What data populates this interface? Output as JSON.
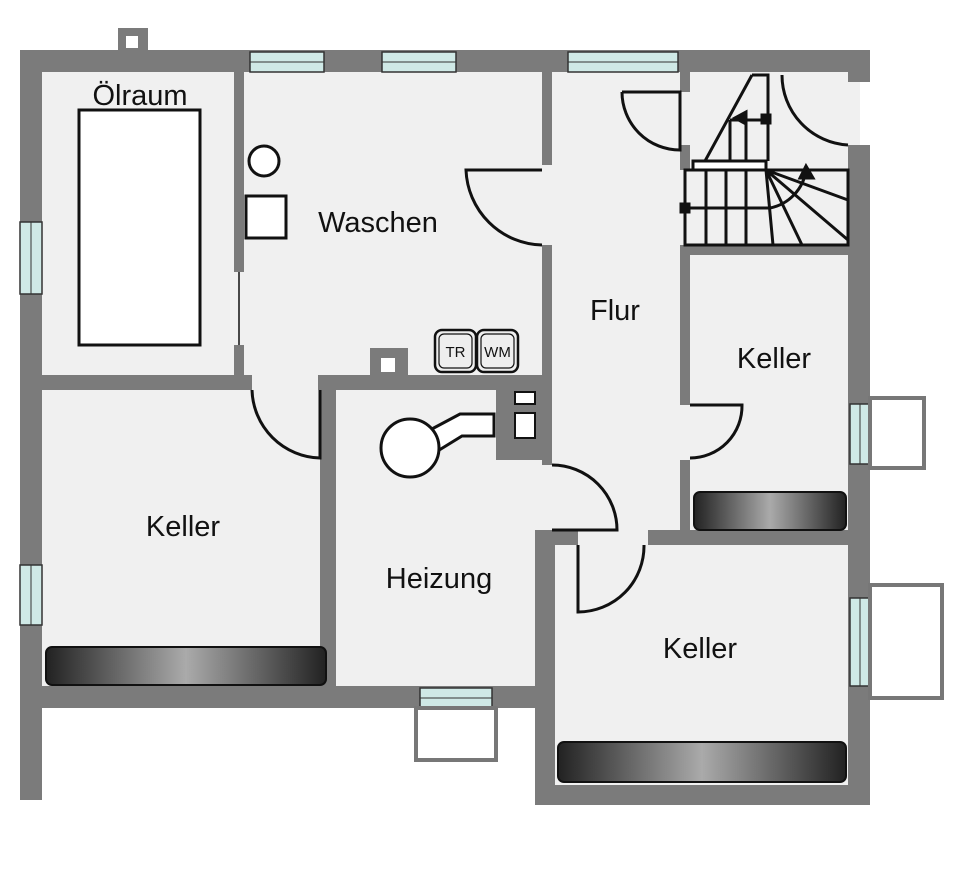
{
  "rooms": {
    "oil_room": "Ölraum",
    "laundry": "Waschen",
    "hallway": "Flur",
    "cellar_top_right": "Keller",
    "cellar_left": "Keller",
    "heating": "Heizung",
    "cellar_bottom_right": "Keller"
  },
  "appliances": {
    "dryer": "TR",
    "washing_machine": "WM"
  },
  "colors": {
    "wall": "#7b7b7b",
    "floor": "#f0f0f0",
    "window": "#cfe9e6"
  }
}
